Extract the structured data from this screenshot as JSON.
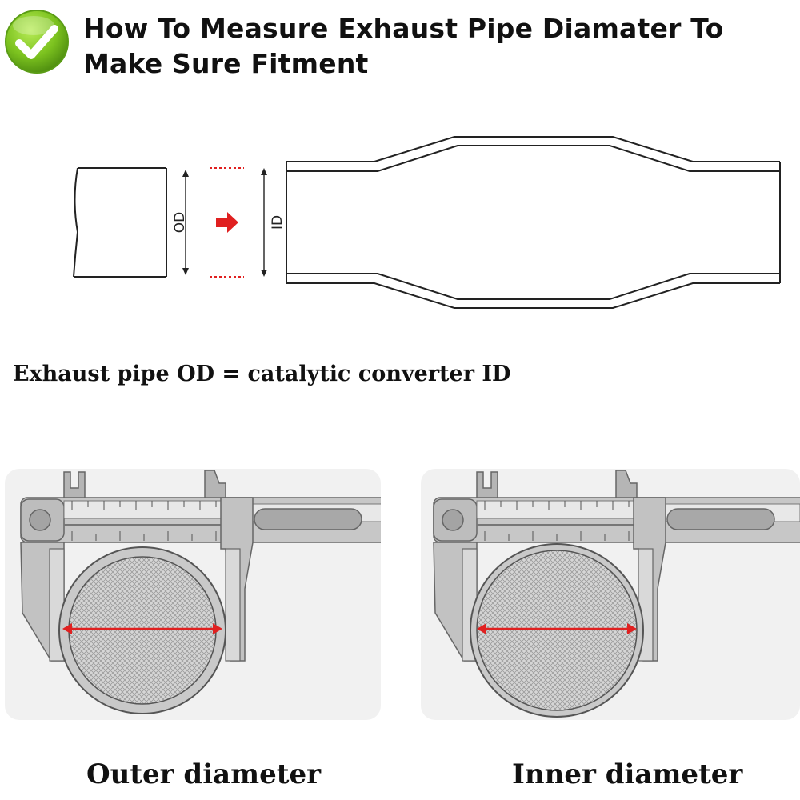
{
  "header": {
    "title": "How To Measure Exhaust Pipe Diamater To Make Sure Fitment",
    "badge_icon": "checkmark-icon",
    "badge_color": "#7cc21f"
  },
  "diagram": {
    "od_label": "OD",
    "id_label": "ID",
    "arrow_color": "#e02020",
    "line_color": "#222222"
  },
  "equation": "Exhaust pipe OD = catalytic converter ID",
  "panels": {
    "outer": {
      "caption": "Outer diameter"
    },
    "inner": {
      "caption": "Inner diameter"
    }
  }
}
